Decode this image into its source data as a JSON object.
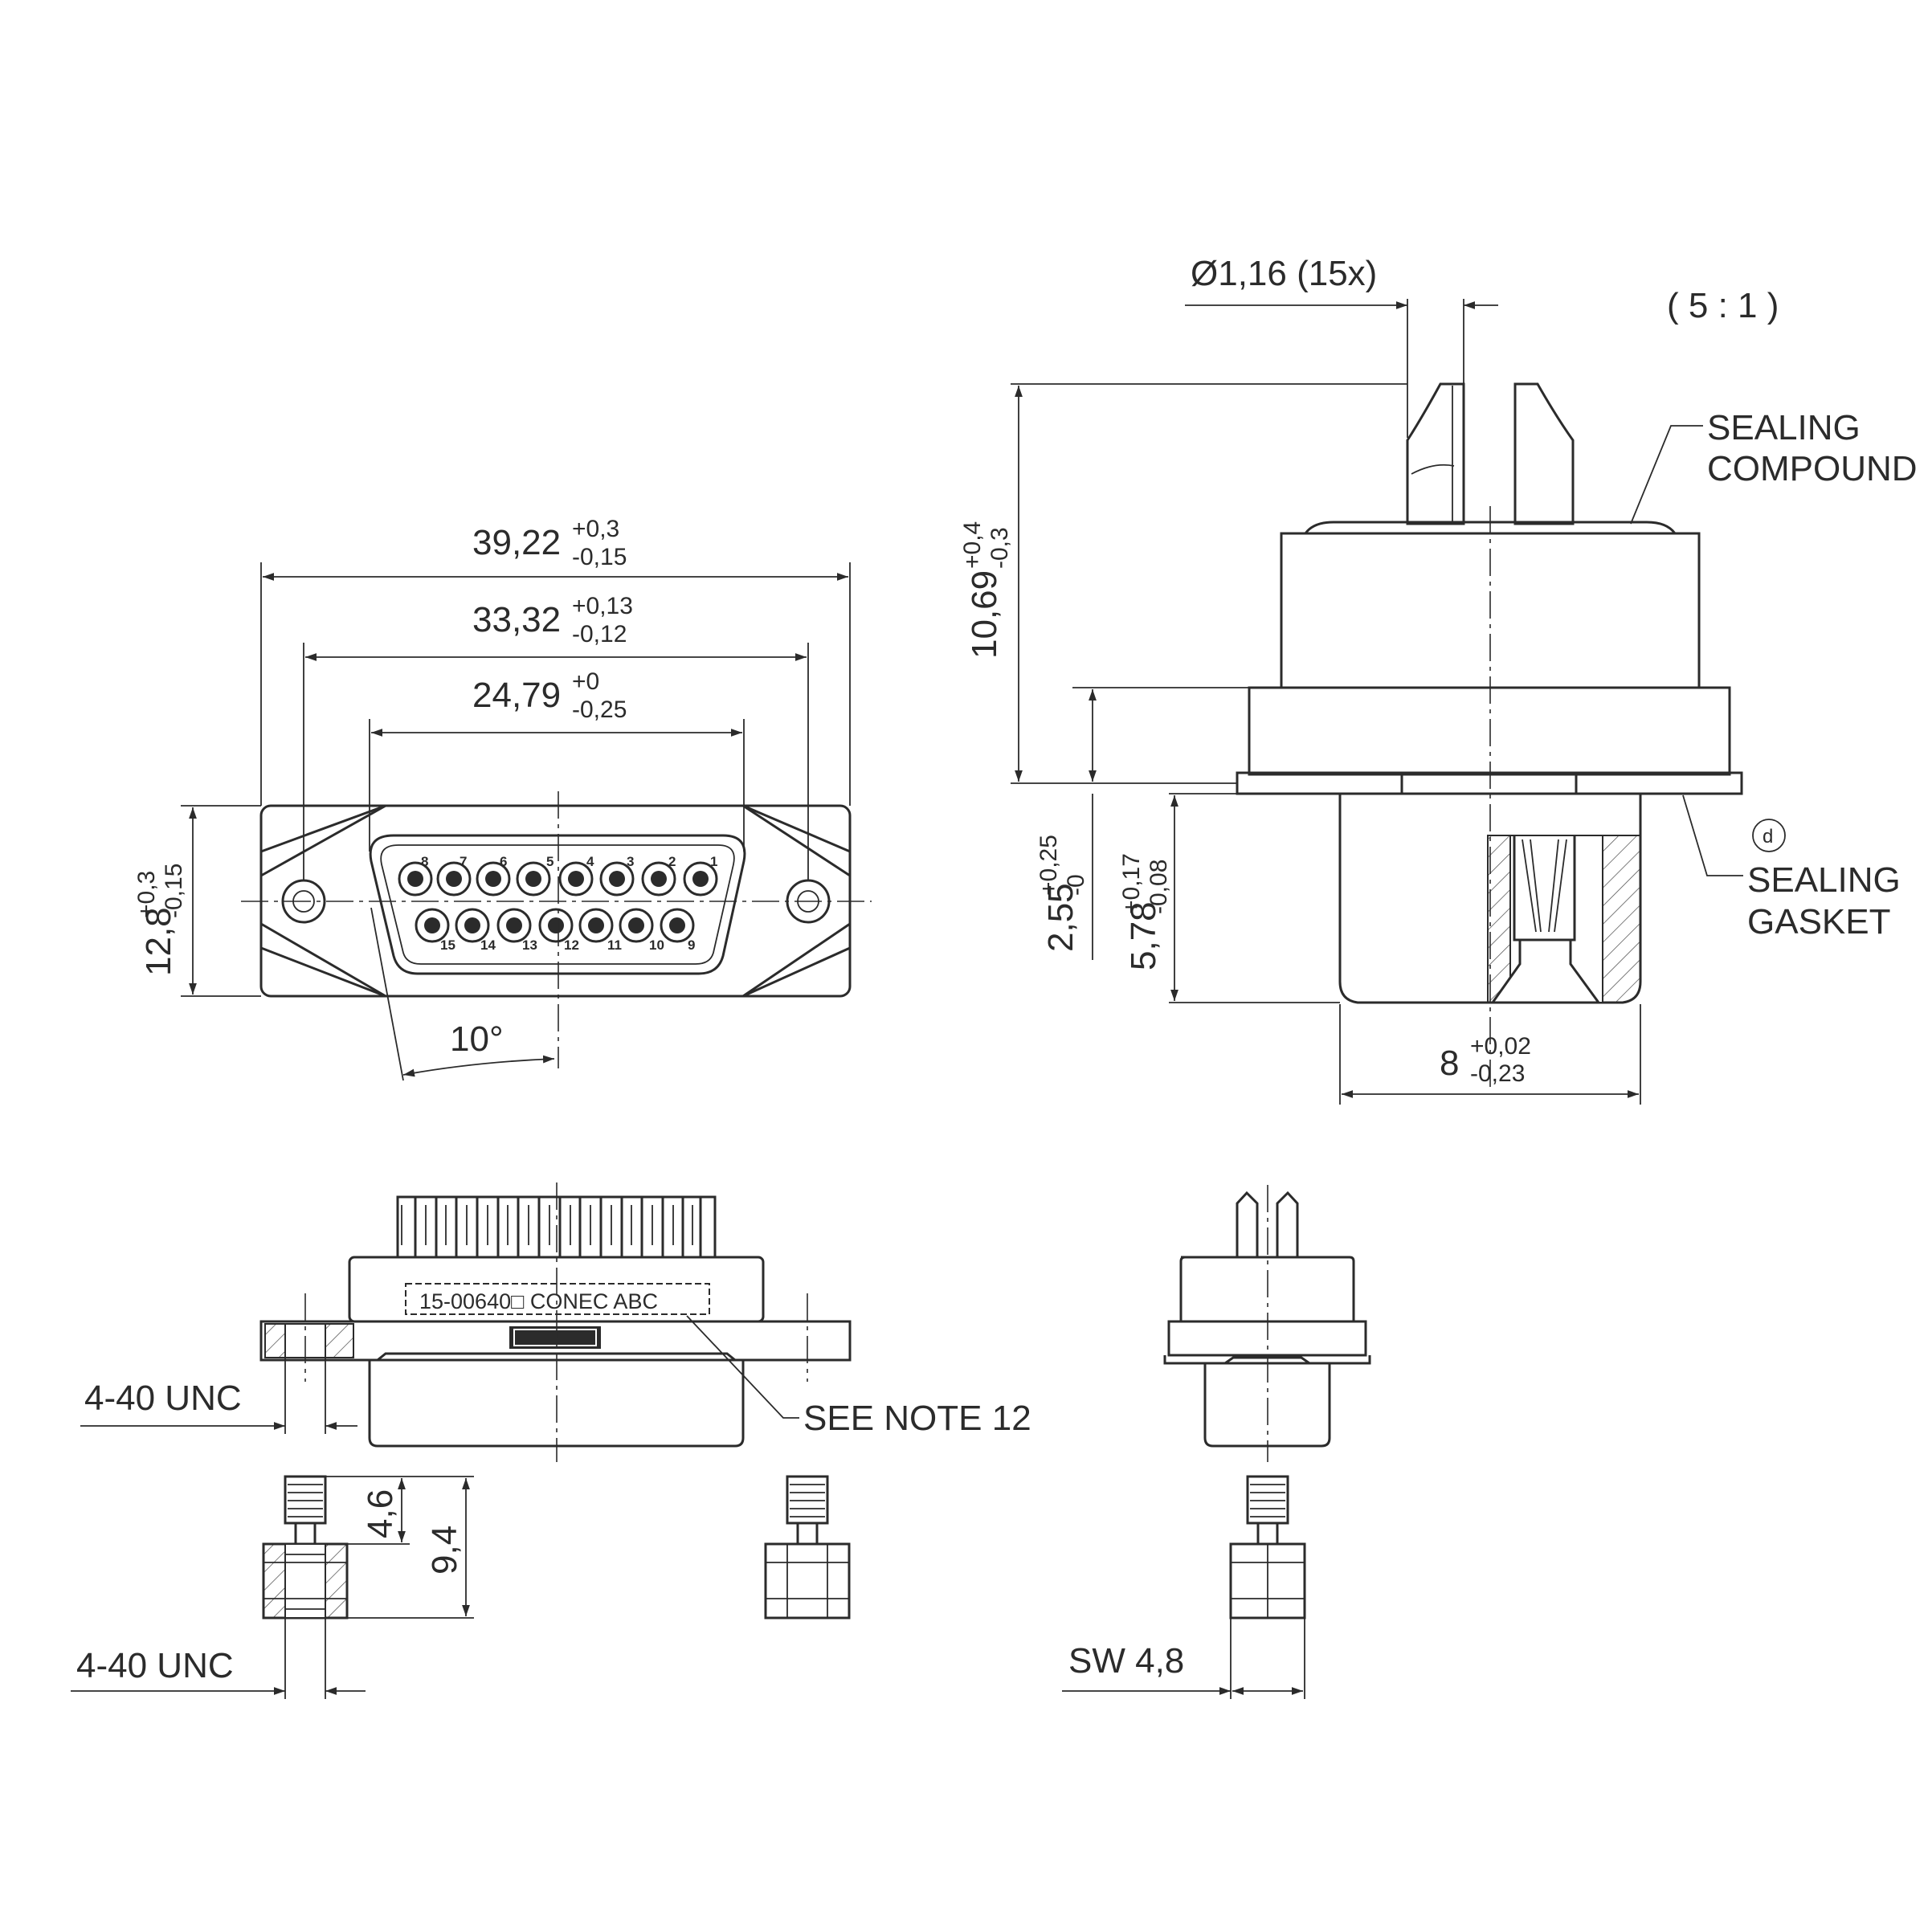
{
  "front_view": {
    "dim_width": {
      "value": "39,22",
      "tol_plus": "+0,3",
      "tol_minus": "-0,15"
    },
    "dim_holes": {
      "value": "33,32",
      "tol_plus": "+0,13",
      "tol_minus": "-0,12"
    },
    "dim_shell": {
      "value": "24,79",
      "tol_plus": "+0",
      "tol_minus": "-0,25"
    },
    "dim_height": {
      "value": "12,8",
      "tol_plus": "+0,3",
      "tol_minus": "-0,15"
    },
    "angle": "10°"
  },
  "pins": {
    "p1": "1",
    "p2": "2",
    "p3": "3",
    "p4": "4",
    "p5": "5",
    "p6": "6",
    "p7": "7",
    "p8": "8",
    "p9": "9",
    "p10": "10",
    "p11": "11",
    "p12": "12",
    "p13": "13",
    "p14": "14",
    "p15": "15"
  },
  "side_view": {
    "dim_pin": "Ø1,16 (15x)",
    "scale": "( 5 : 1 )",
    "dim_height": {
      "value": "10,69",
      "tol_plus": "+0,4",
      "tol_minus": "-0,3"
    },
    "dim_flange": {
      "value": "2,55",
      "tol_plus": "+0,25",
      "tol_minus": "-0"
    },
    "dim_shell": {
      "value": "5,78",
      "tol_plus": "+0,17",
      "tol_minus": "-0,08"
    },
    "dim_width": {
      "value": "8",
      "tol_plus": "+0,02",
      "tol_minus": "-0,23"
    },
    "sealing_compound": {
      "line1": "SEALING",
      "line2": "COMPOUND"
    },
    "sealing_gasket": {
      "line1": "SEALING",
      "line2": "GASKET"
    },
    "callout": "d"
  },
  "top_view": {
    "marking": "15-00640□  CONEC  ABC",
    "thread_upper": "4-40 UNC",
    "thread_lower": "4-40 UNC",
    "see_note": "SEE NOTE 12",
    "dim_screw": "4,6",
    "dim_total": "9,4"
  },
  "end_view": {
    "wrench": "SW 4,8"
  }
}
